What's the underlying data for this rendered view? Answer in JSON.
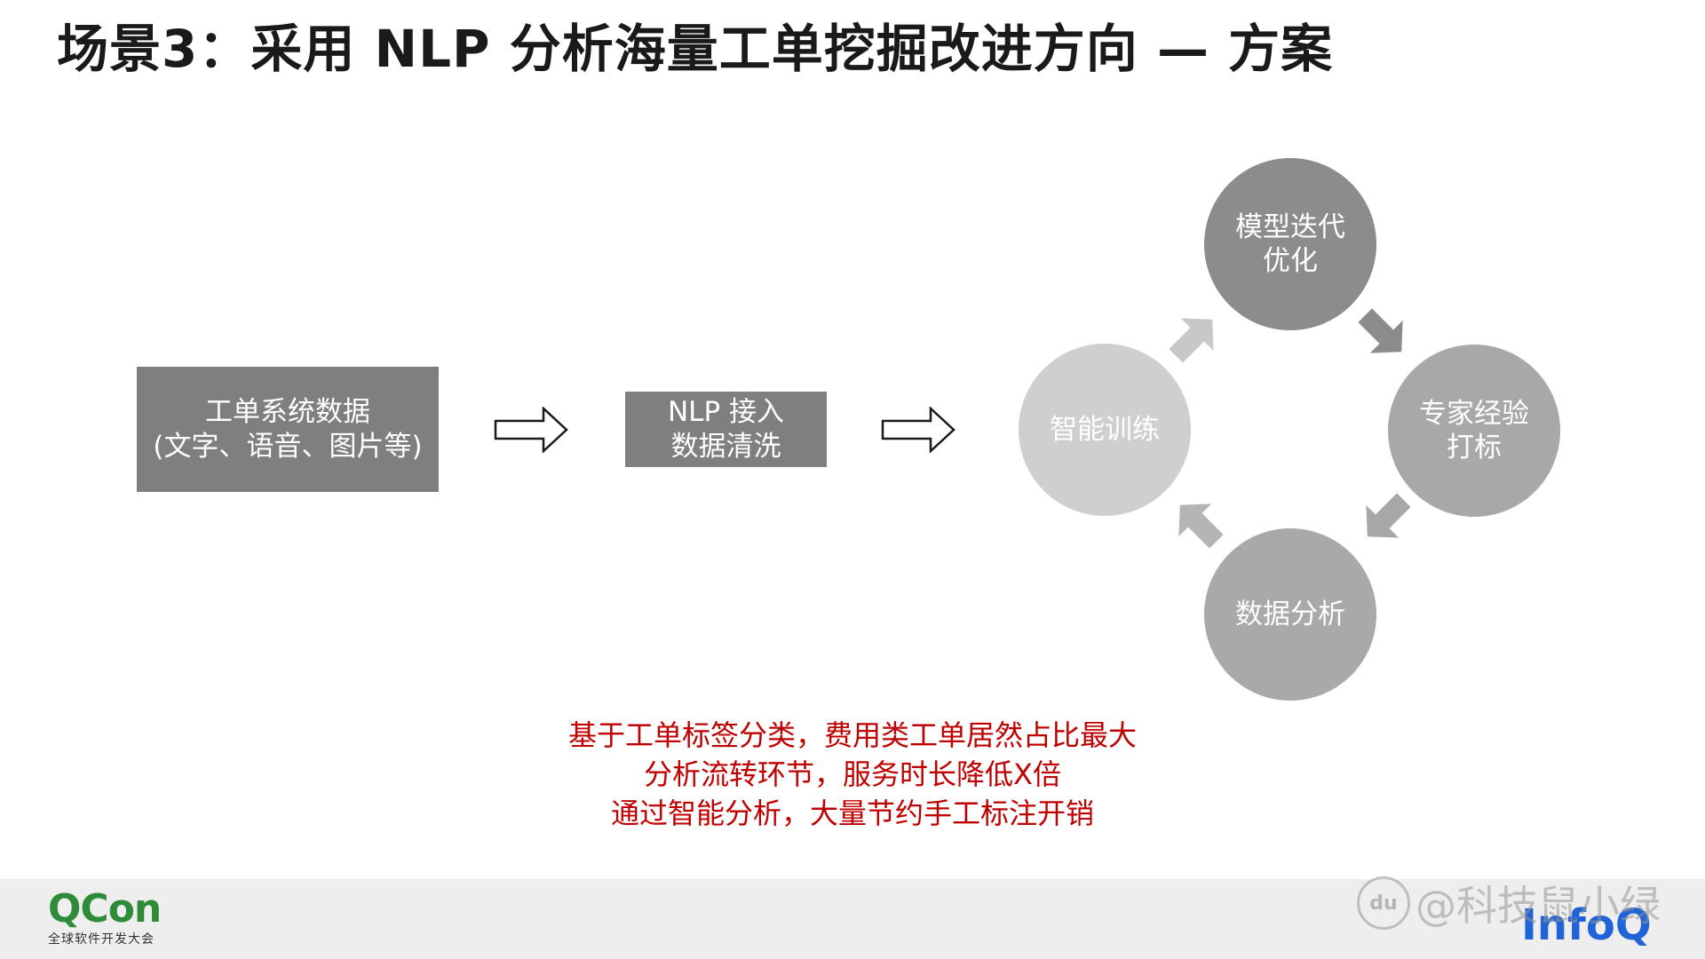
{
  "title": "场景3：采用 NLP 分析海量工单挖掘改进方向 — 方案",
  "flow": {
    "source_box": {
      "line1": "工单系统数据",
      "line2": "(文字、语音、图片等)"
    },
    "nlp_box": {
      "line1": "NLP 接入",
      "line2": "数据清洗"
    }
  },
  "cycle": {
    "top": {
      "line1": "模型迭代",
      "line2": "优化"
    },
    "right": {
      "line1": "专家经验",
      "line2": "打标"
    },
    "bottom": {
      "line1": "数据分析"
    },
    "left": {
      "line1": "智能训练"
    }
  },
  "notes": [
    "基于工单标签分类，费用类工单居然占比最大",
    "分析流转环节，服务时长降低X倍",
    "通过智能分析，大量节约手工标注开销"
  ],
  "footer": {
    "qcon_brand": "QCon",
    "qcon_tagline": "全球软件开发大会",
    "infoq_brand": "InfoQ",
    "watermark_text": "@科技鼠小绿",
    "watermark_badge": "du"
  },
  "colors": {
    "box_fill": "#7f7f7f",
    "notes_text": "#c00000",
    "qcon_green": "#2e8b3a",
    "infoq_blue": "#1f63d6"
  }
}
